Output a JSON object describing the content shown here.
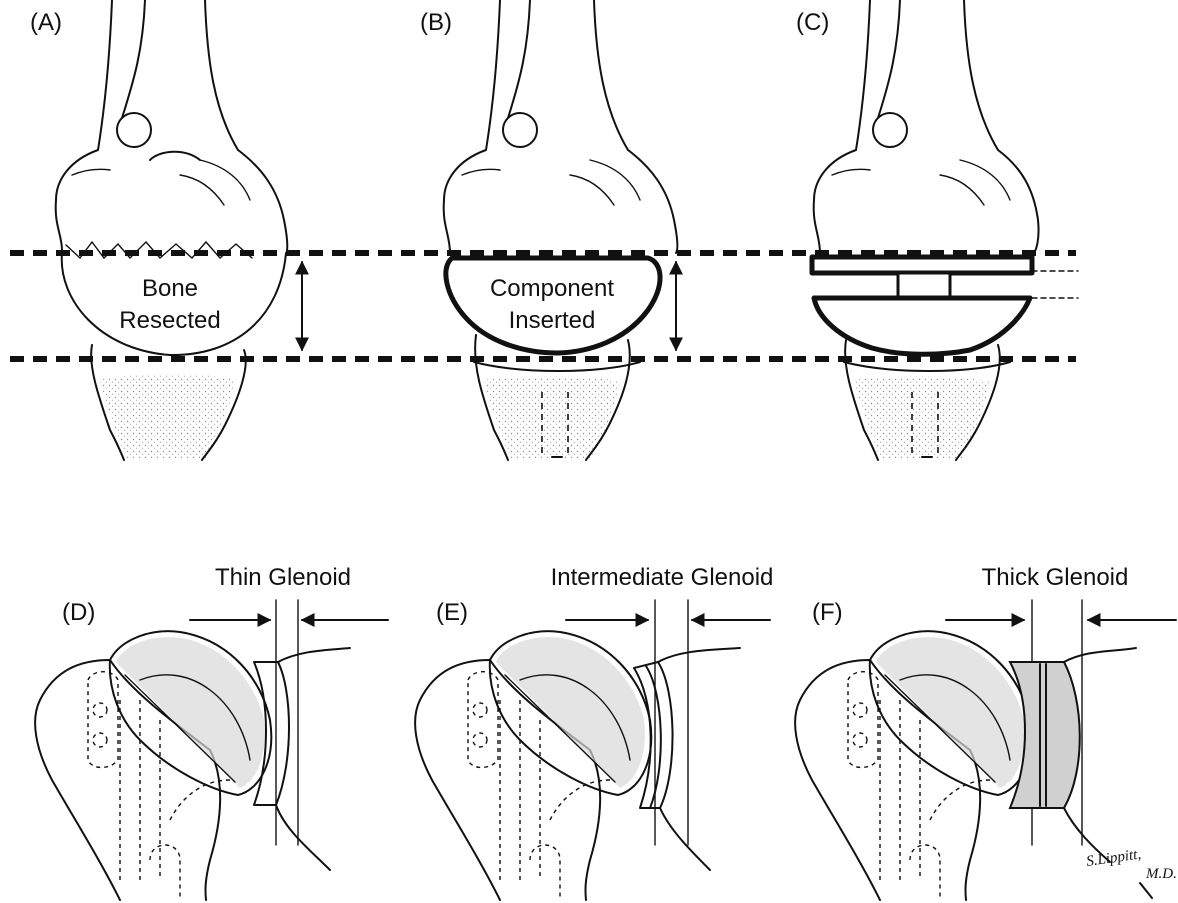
{
  "panels": {
    "a": {
      "label": "(A)",
      "text_line1": "Bone",
      "text_line2": "Resected"
    },
    "b": {
      "label": "(B)",
      "text_line1": "Component",
      "text_line2": "Inserted"
    },
    "c": {
      "label": "(C)"
    },
    "d": {
      "label": "(D)",
      "title": "Thin Glenoid"
    },
    "e": {
      "label": "(E)",
      "title": "Intermediate Glenoid"
    },
    "f": {
      "label": "(F)",
      "title": "Thick Glenoid"
    }
  },
  "signature": {
    "line1": "S.Lippitt,",
    "line2": "M.D."
  }
}
